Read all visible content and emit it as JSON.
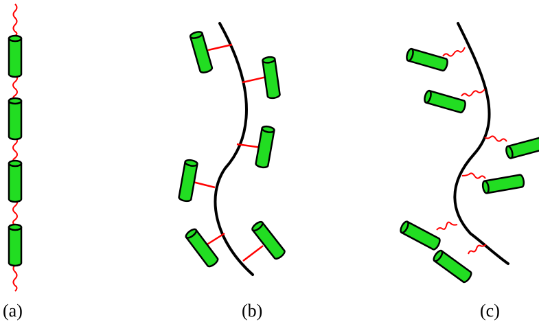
{
  "panels": [
    {
      "id": "a",
      "label": "(a)"
    },
    {
      "id": "b",
      "label": "(b)"
    },
    {
      "id": "c",
      "label": "(c)"
    }
  ],
  "colors": {
    "mesogen_fill": "#22dd22",
    "mesogen_outline": "#000000",
    "spacer": "#ff0000",
    "backbone": "#000000",
    "background": "#ffffff"
  },
  "counts": {
    "panel_a_mesogens": 4,
    "panel_b_mesogens": 6,
    "panel_c_mesogens": 6
  }
}
